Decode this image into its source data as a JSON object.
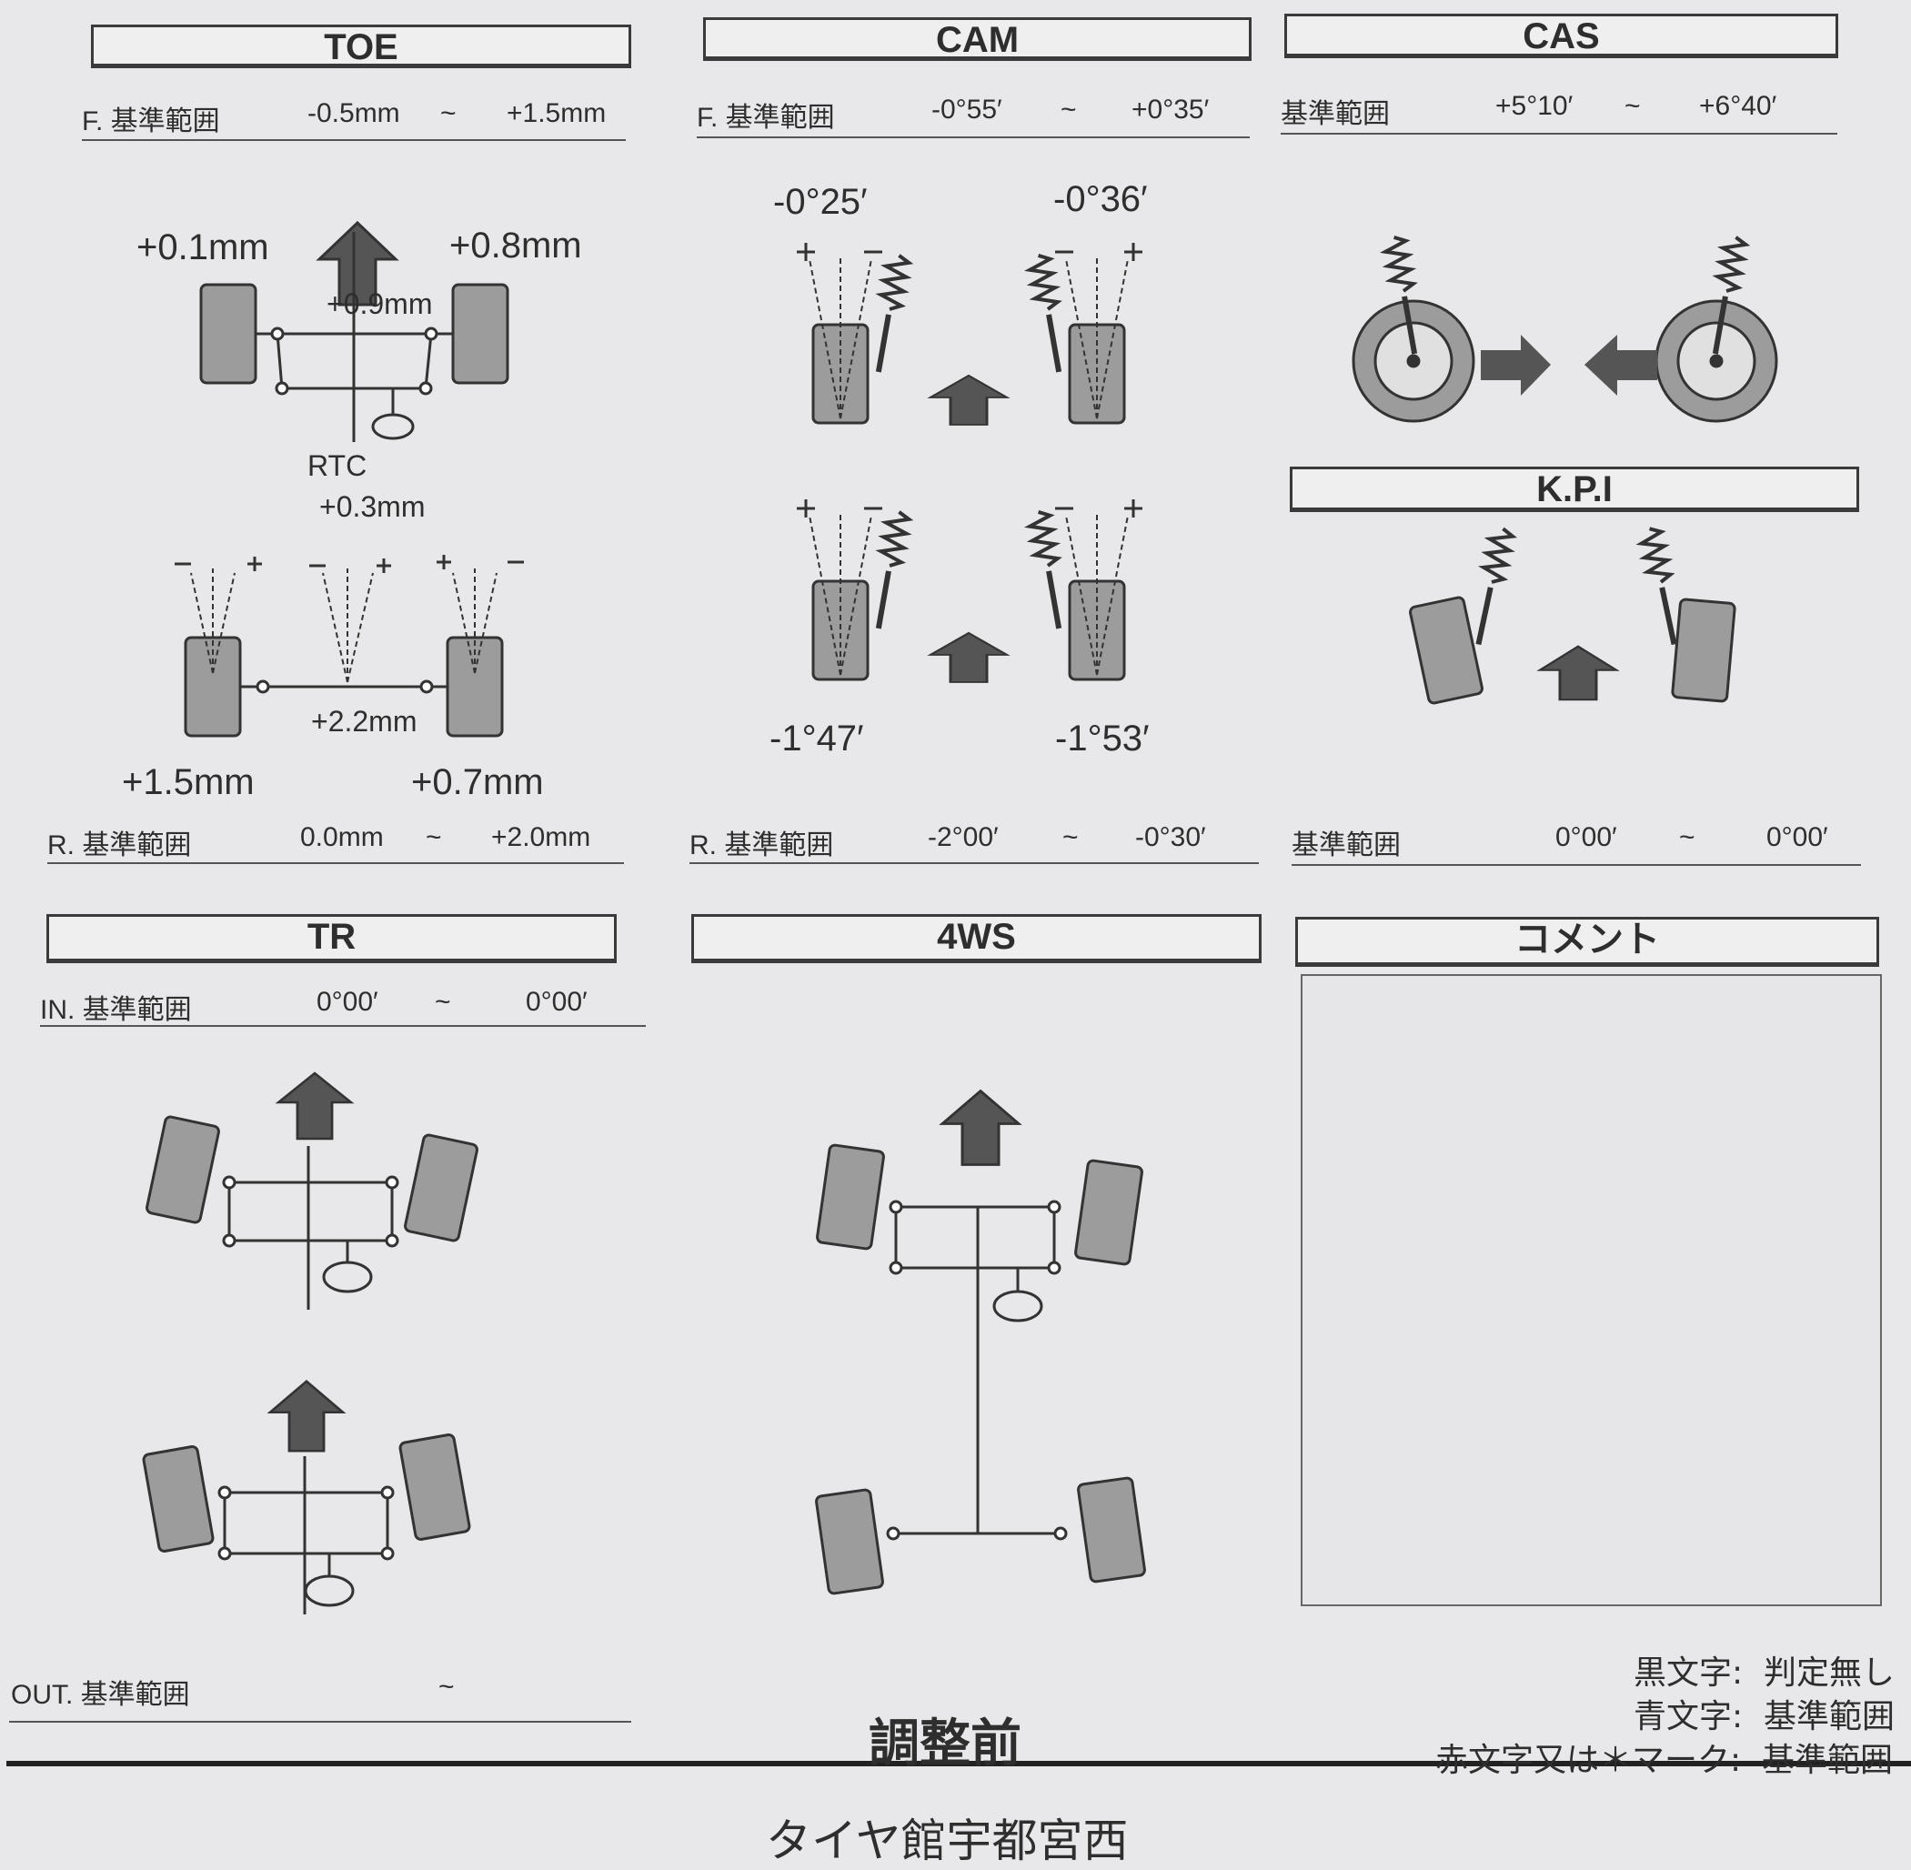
{
  "toe": {
    "title": "TOE",
    "front_range": {
      "label": "F. 基準範囲",
      "min": "-0.5mm",
      "sep": "~",
      "max": "+1.5mm"
    },
    "front_left": "+0.1mm",
    "front_right": "+0.8mm",
    "front_total": "+0.9mm",
    "rtc_label": "RTC",
    "rtc_value": "+0.3mm",
    "rear_total": "+2.2mm",
    "rear_left": "+1.5mm",
    "rear_right": "+0.7mm",
    "rear_range": {
      "label": "R. 基準範囲",
      "min": "0.0mm",
      "sep": "~",
      "max": "+2.0mm"
    }
  },
  "cam": {
    "title": "CAM",
    "front_range": {
      "label": "F. 基準範囲",
      "min": "-0°55′",
      "sep": "~",
      "max": "+0°35′"
    },
    "front_left": "-0°25′",
    "front_right": "-0°36′",
    "rear_left": "-1°47′",
    "rear_right": "-1°53′",
    "rear_range": {
      "label": "R. 基準範囲",
      "min": "-2°00′",
      "sep": "~",
      "max": "-0°30′"
    }
  },
  "cas": {
    "title": "CAS",
    "range": {
      "label": "基準範囲",
      "min": "+5°10′",
      "sep": "~",
      "max": "+6°40′"
    }
  },
  "kpi": {
    "title": "K.P.I",
    "range": {
      "label": "基準範囲",
      "min": "0°00′",
      "sep": "~",
      "max": "0°00′"
    }
  },
  "tr": {
    "title": "TR",
    "in_range": {
      "label": "IN. 基準範囲",
      "min": "0°00′",
      "sep": "~",
      "max": "0°00′"
    },
    "out_range": {
      "label": "OUT. 基準範囲",
      "sep": "~"
    }
  },
  "fws": {
    "title": "4WS"
  },
  "comment": {
    "title": "コメント"
  },
  "legend": [
    {
      "key": "黒文字:",
      "text": "判定無し"
    },
    {
      "key": "青文字:",
      "text": "基準範囲"
    },
    {
      "key": "赤文字又は＊マーク:",
      "text": "基準範囲"
    }
  ],
  "stage": "調整前",
  "shop_name": "タイヤ館宇都宮西",
  "colors": {
    "background": "#e8e8ea",
    "ink": "#2e2e2e",
    "wheel": "#9a9a9a",
    "arrow": "#555555"
  }
}
